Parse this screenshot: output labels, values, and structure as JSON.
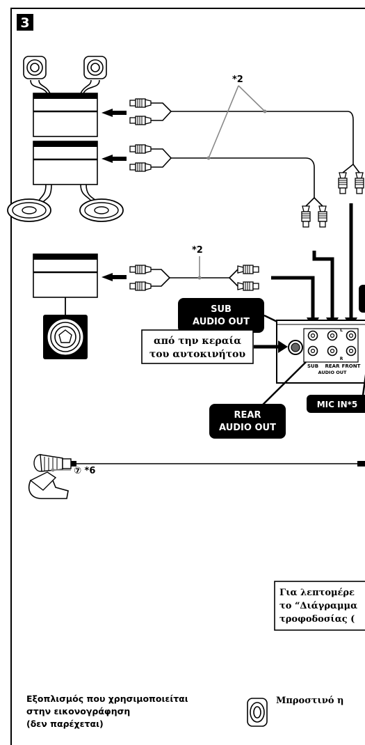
{
  "figure": {
    "step_number": "3",
    "note_2_top": "*2",
    "note_2_mid": "*2",
    "labels": {
      "sub_audio_out": [
        "SUB",
        "AUDIO OUT"
      ],
      "rear_audio_out": [
        "REAR",
        "AUDIO OUT"
      ],
      "antenna": [
        "από την κεραία",
        "του αυτοκινήτου"
      ],
      "mic_in": "MIC IN*5"
    },
    "unit_jacks": {
      "sub": "SUB",
      "rear": "REAR",
      "front": "FRONT",
      "audio_out": "AUDIO OUT",
      "left": "L",
      "right": "R"
    },
    "mic_item": "⑦ *6",
    "power_box_text": [
      "Για λεπτομέρε",
      "το “Διάγραμμα",
      "τροφοδοσίας ("
    ],
    "footer": {
      "equipment_lines": [
        "Εξοπλισμός που χρησιμοποιείται",
        "στην εικονογράφηση",
        "(δεν παρέχεται)"
      ],
      "front_speaker": "Μπροστινό η"
    }
  },
  "colors": {
    "ink": "#000000",
    "leader_gray": "#888888",
    "paper": "#ffffff"
  }
}
